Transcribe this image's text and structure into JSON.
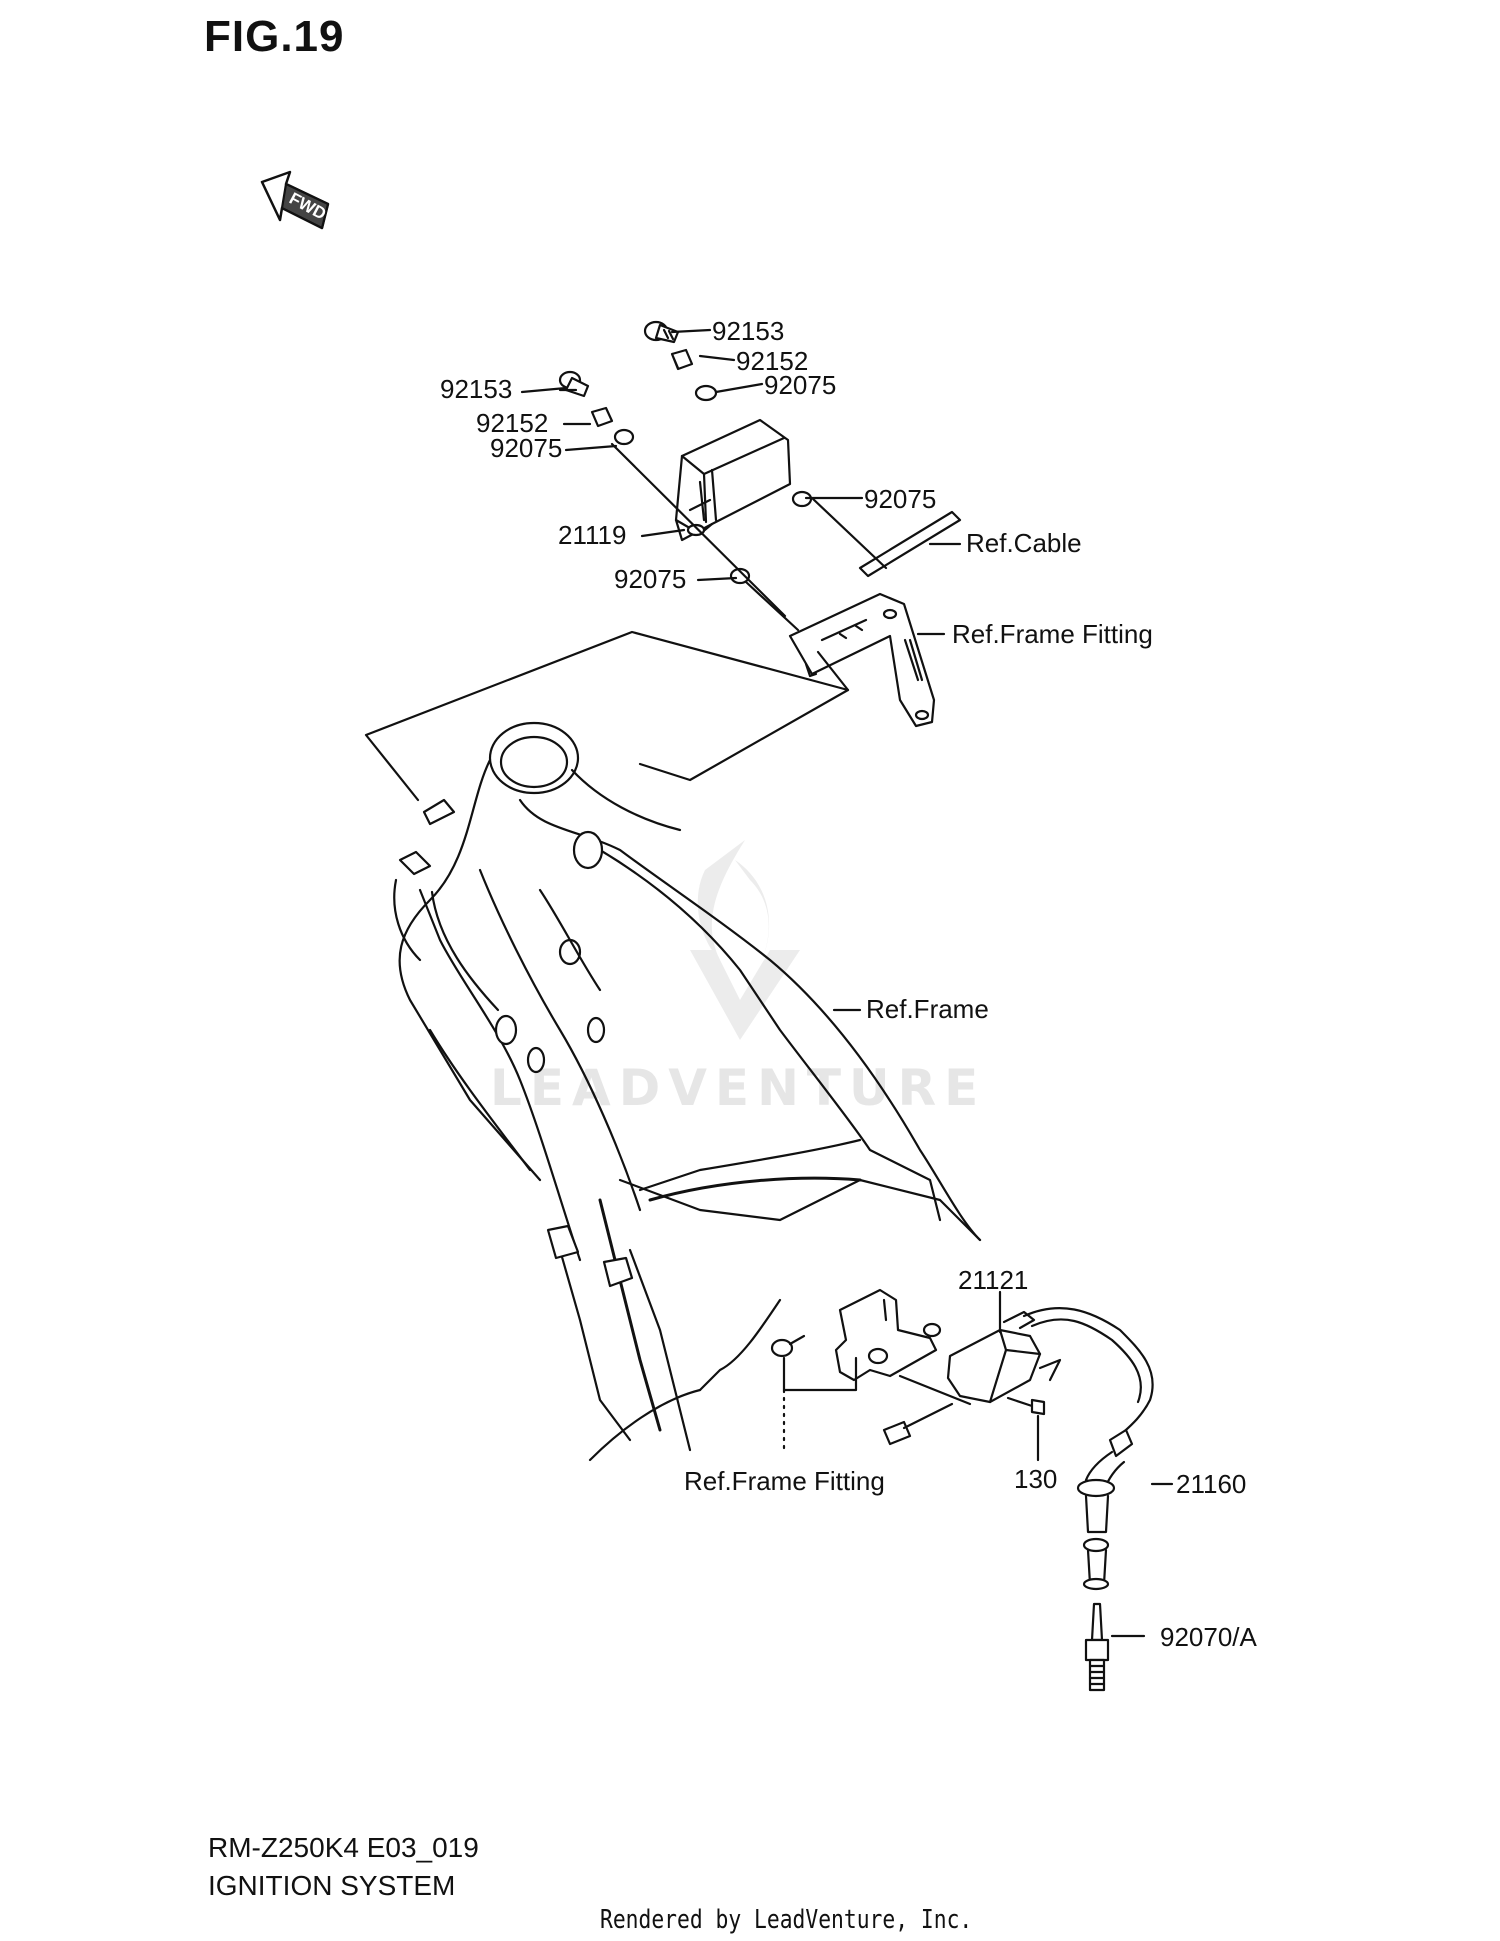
{
  "figure": {
    "title": "FIG.19"
  },
  "fwd_label": "FWD",
  "callouts": {
    "c1": "92153",
    "c2": "92152",
    "c3": "92075",
    "c4": "92153",
    "c5": "92152",
    "c6": "92075",
    "c7": "92075",
    "c8": "21119",
    "c9": "Ref.Cable",
    "c10": "92075",
    "c11": "Ref.Frame Fitting",
    "c12": "Ref.Frame",
    "c13": "21121",
    "c14": "Ref.Frame Fitting",
    "c15": "130",
    "c16": "21160",
    "c17": "92070/A"
  },
  "watermark": "LEADVENTURE",
  "footer": {
    "model": "RM-Z250K4 E03_019",
    "section": "IGNITION SYSTEM",
    "rendered_by": "Rendered by LeadVenture, Inc."
  }
}
